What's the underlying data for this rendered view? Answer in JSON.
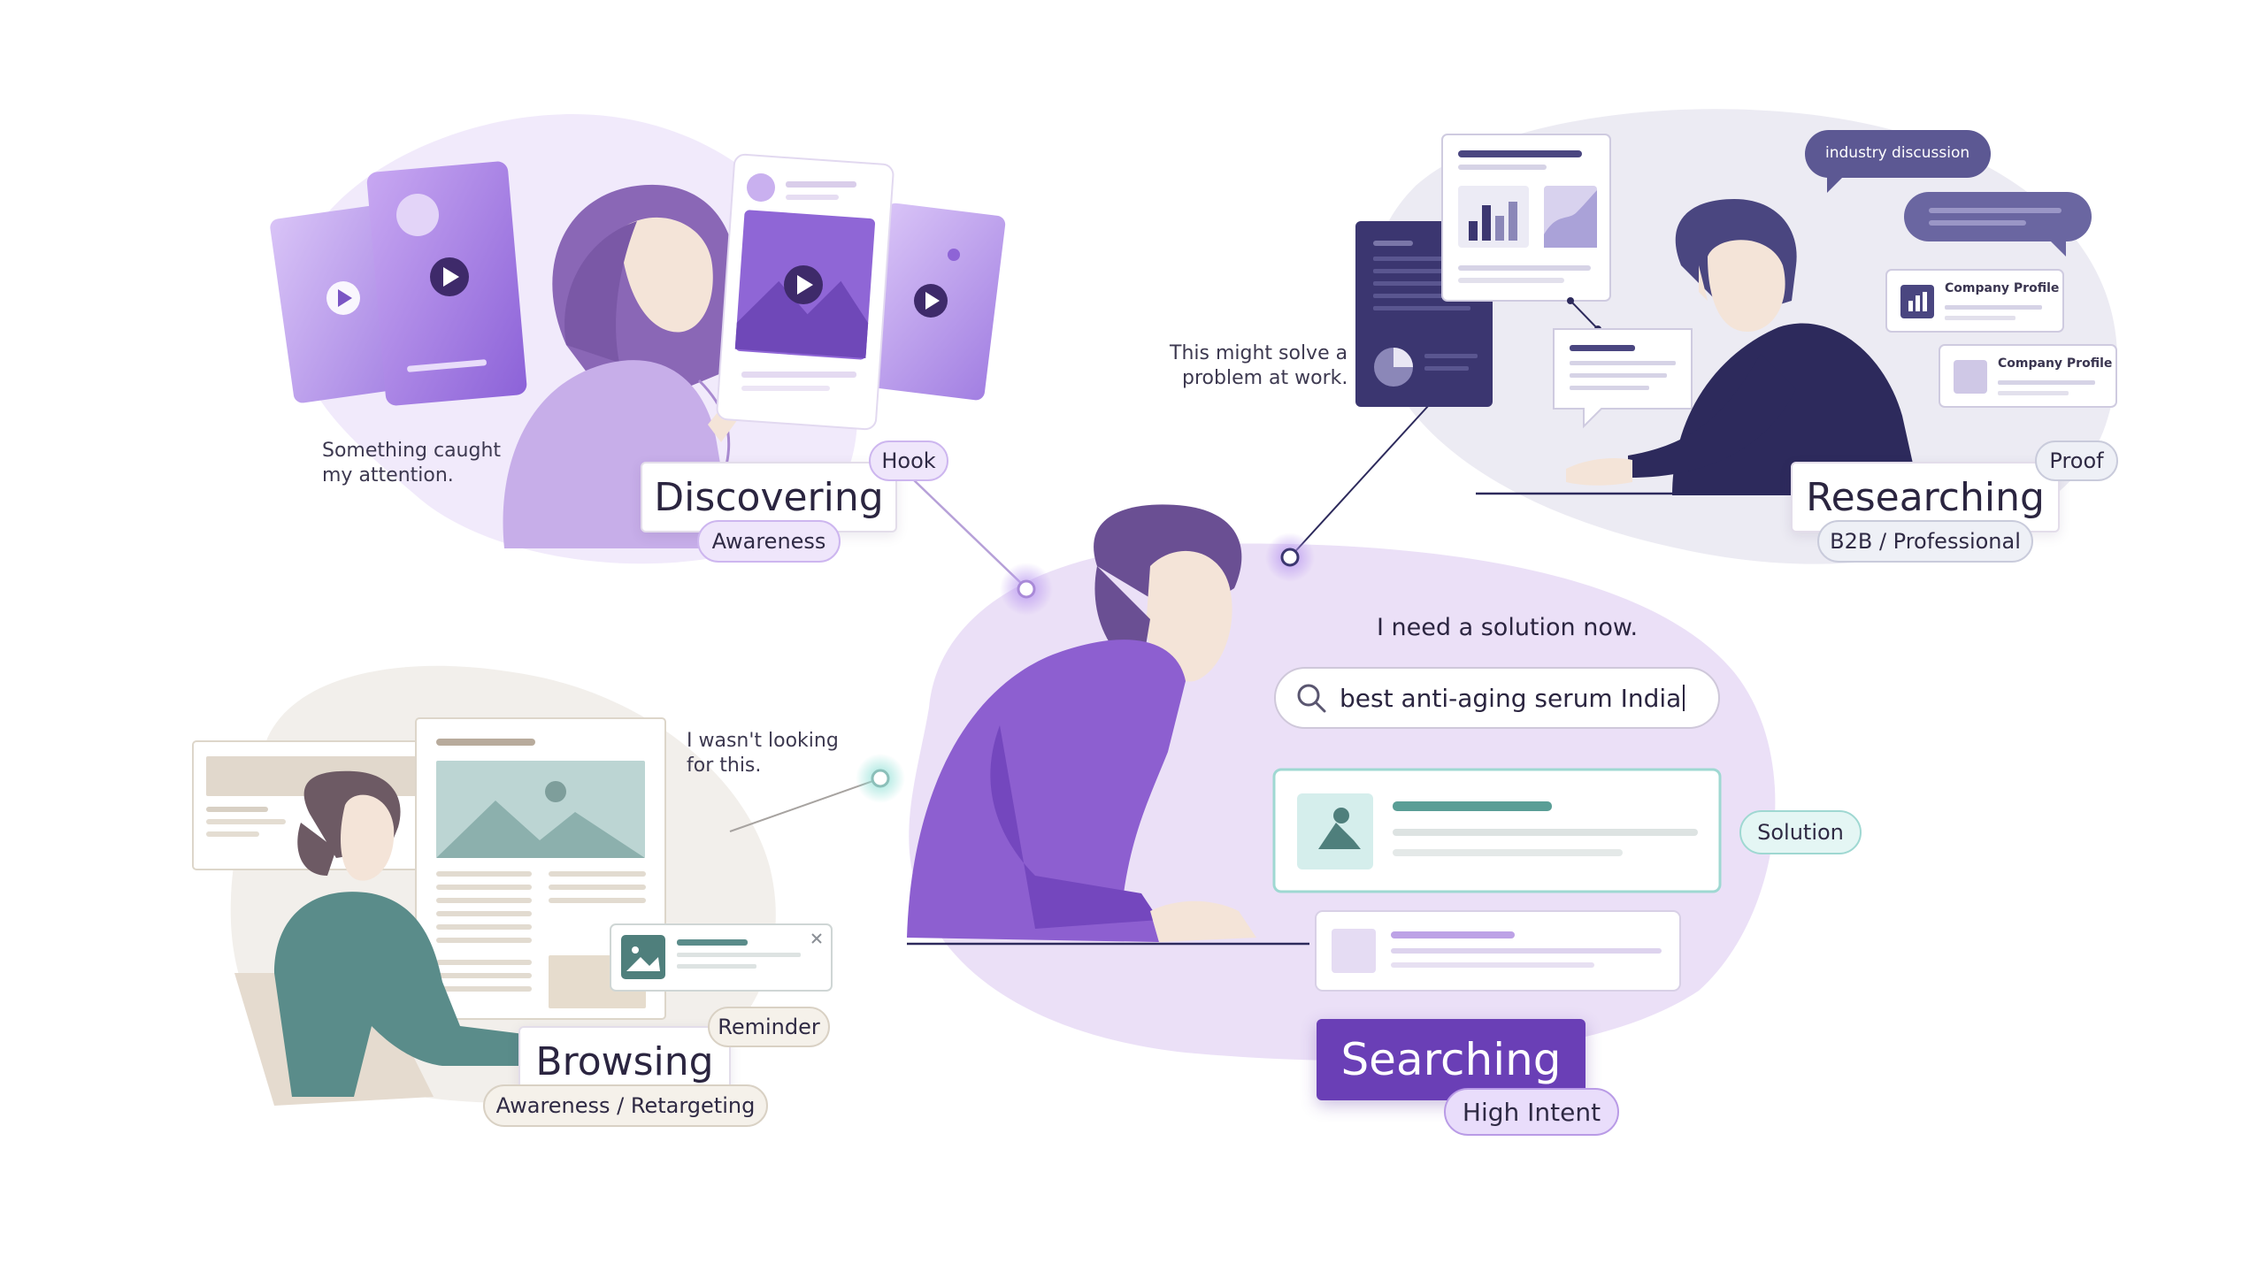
{
  "stages": {
    "discovering": {
      "title": "Discovering",
      "tag": "Hook",
      "subtitle": "Awareness",
      "quote": [
        "Something caught",
        "my attention."
      ]
    },
    "researching": {
      "title": "Researching",
      "tag": "Proof",
      "subtitle": "B2B / Professional",
      "quote": [
        "This might solve a",
        "problem at work."
      ]
    },
    "browsing": {
      "title": "Browsing",
      "tag": "Reminder",
      "subtitle": "Awareness / Retargeting",
      "quote": [
        "I wasn't looking",
        "for this."
      ]
    },
    "searching": {
      "title": "Searching",
      "tag": "Solution",
      "subtitle": "High Intent",
      "quote": "I need a solution now."
    }
  },
  "search": {
    "query": "best anti-aging serum India"
  },
  "research_bubbles": {
    "discussion": "industry discussion",
    "profile_1": "Company Profile",
    "profile_2": "Company Profile"
  },
  "colors": {
    "purple": "#6a3fb6",
    "lavender": "#efe6fb",
    "teal": "#5a9e96",
    "navy": "#2d2a5c",
    "beige": "#ede6dc"
  },
  "icons": [
    "play-icon",
    "search-icon",
    "close-icon",
    "bar-chart-icon",
    "image-icon",
    "pie-chart-icon"
  ]
}
